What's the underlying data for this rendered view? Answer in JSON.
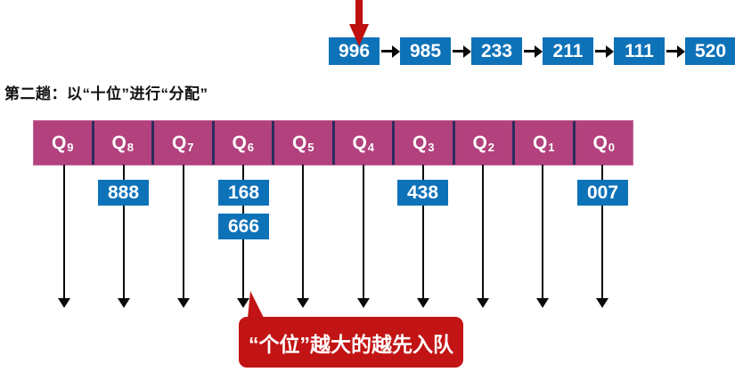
{
  "title": "第二趟：以“十位”进行“分配”",
  "input_list": {
    "nodes": [
      "996",
      "985",
      "233",
      "211",
      "111",
      "520"
    ]
  },
  "queues": {
    "labels": [
      {
        "base": "Q",
        "sub": "9"
      },
      {
        "base": "Q",
        "sub": "8"
      },
      {
        "base": "Q",
        "sub": "7"
      },
      {
        "base": "Q",
        "sub": "6"
      },
      {
        "base": "Q",
        "sub": "5"
      },
      {
        "base": "Q",
        "sub": "4"
      },
      {
        "base": "Q",
        "sub": "3"
      },
      {
        "base": "Q",
        "sub": "2"
      },
      {
        "base": "Q",
        "sub": "1"
      },
      {
        "base": "Q",
        "sub": "0"
      }
    ]
  },
  "buckets": {
    "q8": [
      "888"
    ],
    "q6": [
      "168",
      "666"
    ],
    "q3": [
      "438"
    ],
    "q0": [
      "007"
    ]
  },
  "callout": {
    "text": "“个位”越大的越先入队"
  },
  "icons": {
    "flow_arrow": "→",
    "dispatch_arrow": "↓",
    "pointer_arrow": "↓"
  },
  "colors": {
    "node_blue": "#0e72b8",
    "queue_pink": "#b2417d",
    "divider_navy": "#2b2c5e",
    "pointer_red": "#bf0f0f",
    "callout_red": "#c21414",
    "arrow_black": "#0a0a0a"
  }
}
